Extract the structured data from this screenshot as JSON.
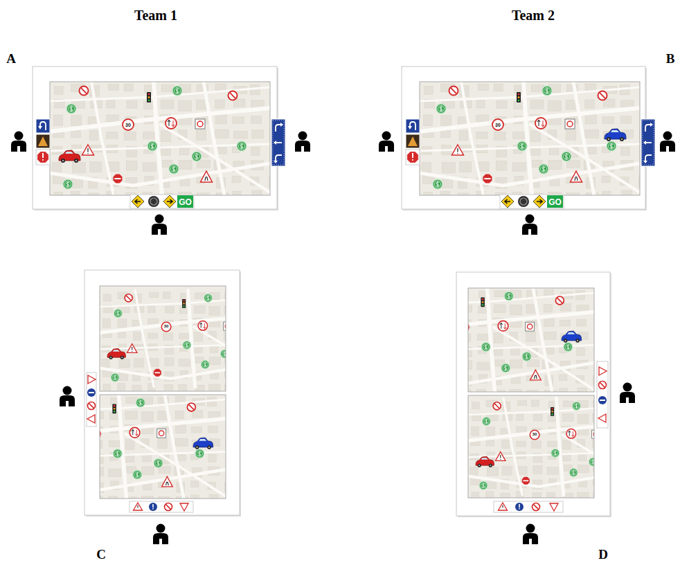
{
  "diagram": {
    "labels": [
      "Team 1",
      "Team 2",
      "A",
      "B",
      "C",
      "D",
      "30",
      "GO",
      "30",
      "GO",
      "30",
      "30"
    ]
  }
}
